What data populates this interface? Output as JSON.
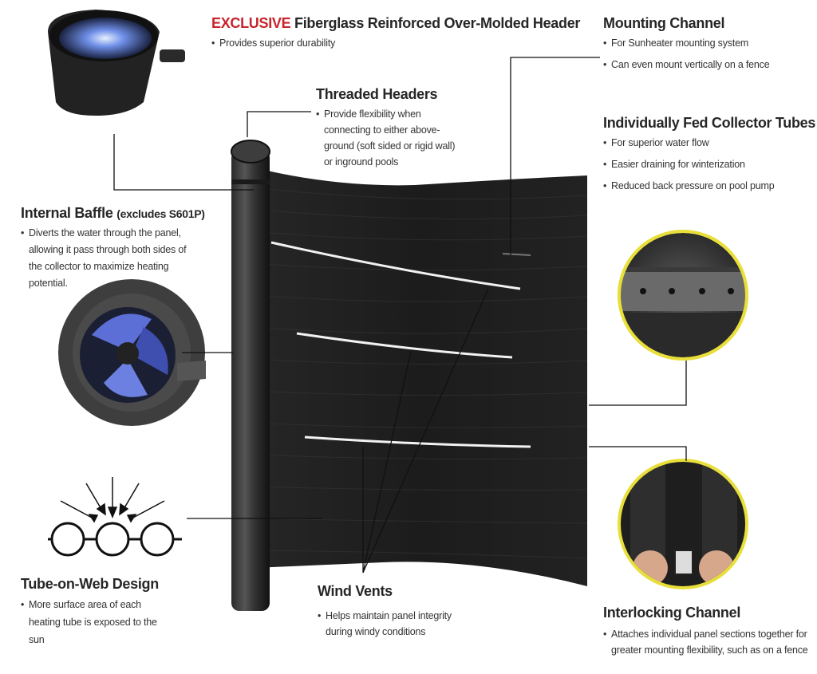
{
  "callouts": {
    "header": {
      "title_accent": "EXCLUSIVE",
      "title": "Fiberglass Reinforced Over-Molded Header",
      "bullets": [
        "Provides superior durability"
      ]
    },
    "threaded": {
      "title": "Threaded Headers",
      "bullets": [
        "Provide flexibility when connecting to either above-ground (soft sided or rigid wall) or inground pools"
      ]
    },
    "mounting": {
      "title": "Mounting Channel",
      "bullets": [
        "For Sunheater mounting system",
        "Can even mount vertically on a fence"
      ]
    },
    "collector": {
      "title": "Individually Fed Collector Tubes",
      "bullets": [
        "For superior water flow",
        "Easier draining for winterization",
        "Reduced back pressure on pool pump"
      ]
    },
    "baffle": {
      "title": "Internal Baffle",
      "title_note": "(excludes S601P)",
      "bullets": [
        "Diverts the water through the panel, allowing it pass through both sides of the collector to maximize heating potential."
      ]
    },
    "tube_web": {
      "title": "Tube-on-Web Design",
      "bullets": [
        "More surface area of each heating tube is exposed to the sun"
      ]
    },
    "wind": {
      "title": "Wind Vents",
      "bullets": [
        "Helps maintain panel integrity during windy conditions"
      ]
    },
    "interlock": {
      "title": "Interlocking Channel",
      "bullets": [
        "Attaches individual panel sections together for greater mounting flexibility, such as on a fence"
      ]
    }
  },
  "colors": {
    "accent": "#c8242b",
    "panel": "#1a1a1a",
    "callout_ring": "#e8df3a"
  }
}
